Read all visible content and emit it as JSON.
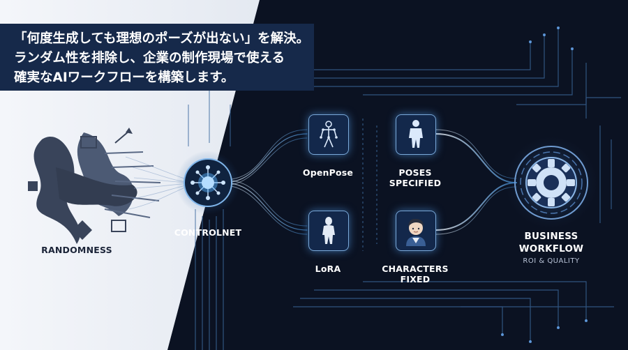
{
  "headline": {
    "lines": [
      "「何度生成しても理想のポーズが出ない」を解決。",
      "ランダム性を排除し、企業の制作現場で使える",
      "確実なAIワークフローを構築します。"
    ]
  },
  "labels": {
    "randomness": "RANDOMNESS",
    "controlnet": "CONTROLNET",
    "openpose": "OpenPose",
    "poses_specified": [
      "POSES",
      "SPECIFIED"
    ],
    "lora": "LoRA",
    "characters_fixed": [
      "CHARACTERS",
      "FIXED"
    ],
    "business_workflow": [
      "BUSINESS",
      "WORKFLOW"
    ],
    "roi": "ROI & QUALITY"
  },
  "colors": {
    "background": "#0b1222",
    "headline_bg": "#16294a",
    "glow": "#5ab4ff",
    "node_border": "#7aa9d9"
  },
  "icons": [
    "randomness-chaos-icon",
    "controlnet-hub-icon",
    "skeleton-pose-icon",
    "human-figure-icon",
    "mannequin-icon",
    "character-portrait-icon",
    "gear-icon"
  ]
}
